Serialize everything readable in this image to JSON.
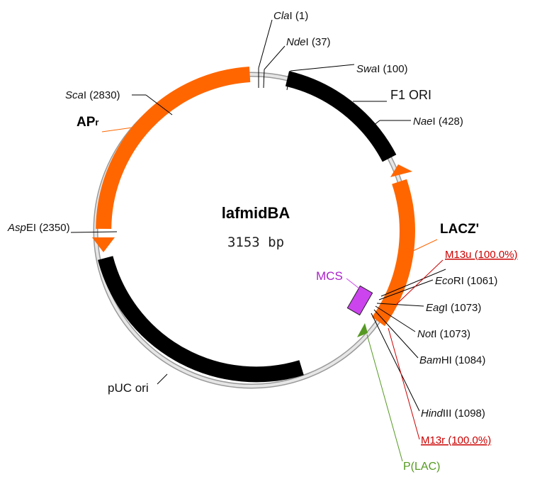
{
  "plasmid": {
    "name": "lafmidBA",
    "size": "3153 bp"
  },
  "colors": {
    "orange": "#ff6600",
    "black": "#000000",
    "purple": "#cc44ee",
    "green": "#559922",
    "red": "#cc0000",
    "backbone": "#c8c8c8"
  },
  "sites": [
    {
      "name": "Cla",
      "suffix": "I (1)"
    },
    {
      "name": "Nde",
      "suffix": "I (37)"
    },
    {
      "name": "Swa",
      "suffix": "I (100)"
    },
    {
      "name": "Nae",
      "suffix": "I (428)"
    },
    {
      "name": "Eco",
      "suffix": "RI (1061)"
    },
    {
      "name": "Eag",
      "suffix": "I (1073)"
    },
    {
      "name": "Not",
      "suffix": "I (1073)"
    },
    {
      "name": "Bam",
      "suffix": "HI (1084)"
    },
    {
      "name": "Hind",
      "suffix": "III (1098)"
    },
    {
      "name": "Asp",
      "suffix": "EI (2350)"
    },
    {
      "name": "Sca",
      "suffix": "I (2830)"
    }
  ],
  "features": {
    "f1_ori": "F1 ORI",
    "lacz": "LACZ'",
    "apr": "AP",
    "apr_sup": "r",
    "puc_ori": "pUC ori",
    "mcs": "MCS",
    "plac": "P(LAC)"
  },
  "primers": {
    "m13u": "M13u (100.0%)",
    "m13r": "M13r (100.0%)"
  }
}
